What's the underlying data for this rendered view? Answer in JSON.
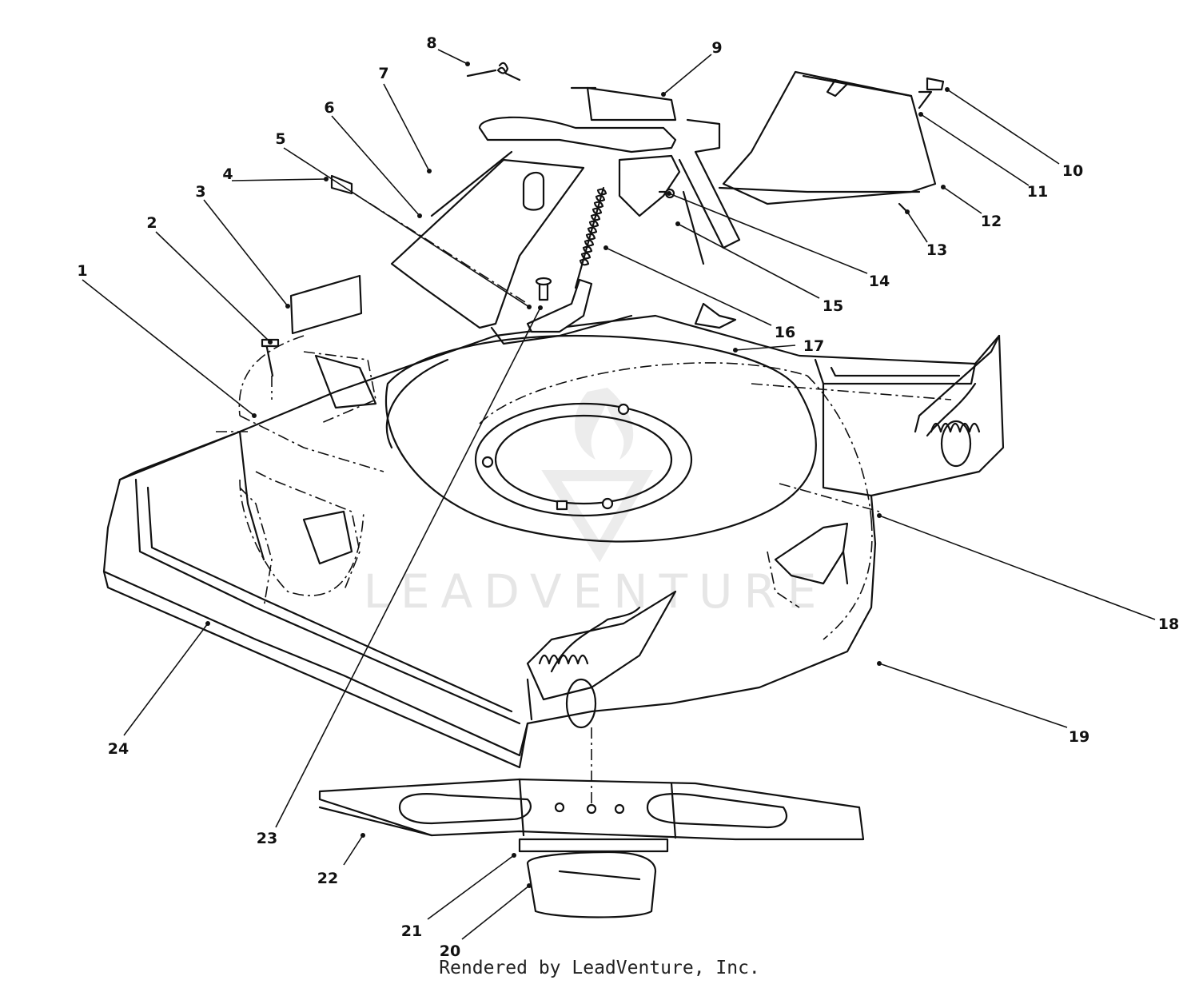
{
  "watermark": {
    "text": "LEADVENTURE"
  },
  "footer": {
    "credit": "Rendered by LeadVenture, Inc."
  },
  "callouts": [
    {
      "id": "1",
      "label": "1"
    },
    {
      "id": "2",
      "label": "2"
    },
    {
      "id": "3",
      "label": "3"
    },
    {
      "id": "4",
      "label": "4"
    },
    {
      "id": "5",
      "label": "5"
    },
    {
      "id": "6",
      "label": "6"
    },
    {
      "id": "7",
      "label": "7"
    },
    {
      "id": "8",
      "label": "8"
    },
    {
      "id": "9",
      "label": "9"
    },
    {
      "id": "10",
      "label": "10"
    },
    {
      "id": "11",
      "label": "11"
    },
    {
      "id": "12",
      "label": "12"
    },
    {
      "id": "13",
      "label": "13"
    },
    {
      "id": "14",
      "label": "14"
    },
    {
      "id": "15",
      "label": "15"
    },
    {
      "id": "16",
      "label": "16"
    },
    {
      "id": "17",
      "label": "17"
    },
    {
      "id": "18",
      "label": "18"
    },
    {
      "id": "19",
      "label": "19"
    },
    {
      "id": "20",
      "label": "20"
    },
    {
      "id": "21",
      "label": "21"
    },
    {
      "id": "22",
      "label": "22"
    },
    {
      "id": "23",
      "label": "23"
    },
    {
      "id": "24",
      "label": "24"
    }
  ]
}
